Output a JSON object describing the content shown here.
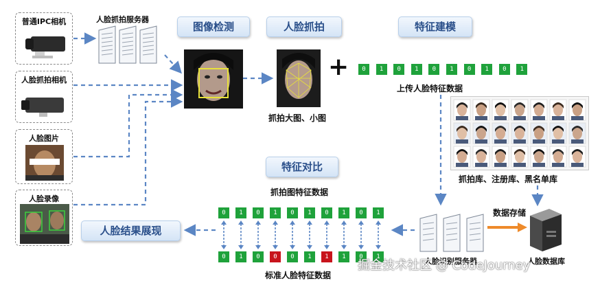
{
  "sources": {
    "ipc_camera": "普通IPC相机",
    "face_camera": "人脸抓拍相机",
    "face_image": "人脸图片",
    "face_video": "人脸录像"
  },
  "server_label": "人脸抓拍服务器",
  "titles": {
    "detect": "图像检测",
    "capture": "人脸抓拍",
    "modeling": "特征建模",
    "compare": "特征对比",
    "result": "人脸结果展现"
  },
  "captions": {
    "capture_sizes": "抓拍大图、小图",
    "upload": "上传人脸特征数据",
    "libraries": "抓拍库、注册库、黑名单库",
    "capture_features": "抓拍图特征数据",
    "standard_features": "标准人脸特征数据",
    "data_store": "数据存储",
    "face_db": "人脸数据库",
    "recognition_server": "人脸识别服务器"
  },
  "plus_sign": "+",
  "bits_upload": [
    "0",
    "1",
    "0",
    "1",
    "0",
    "1",
    "0",
    "1",
    "0",
    "1"
  ],
  "bits_capture": [
    "0",
    "1",
    "0",
    "1",
    "0",
    "1",
    "0",
    "1",
    "0",
    "1"
  ],
  "bits_standard": [
    "0",
    "1",
    "0",
    "0",
    "0",
    "1",
    "1",
    "1",
    "0",
    "1"
  ],
  "bits_standard_highlight": [
    false,
    false,
    false,
    true,
    false,
    false,
    true,
    false,
    false,
    false
  ],
  "watermark": "掘金技术社区 @ CodeJourney",
  "colors": {
    "accent": "#2a4f8a",
    "bit_green": "#1fa23b",
    "bit_red": "#c8141c",
    "arrow_blue": "#5b86c4",
    "arrow_orange": "#ee8a2a"
  }
}
